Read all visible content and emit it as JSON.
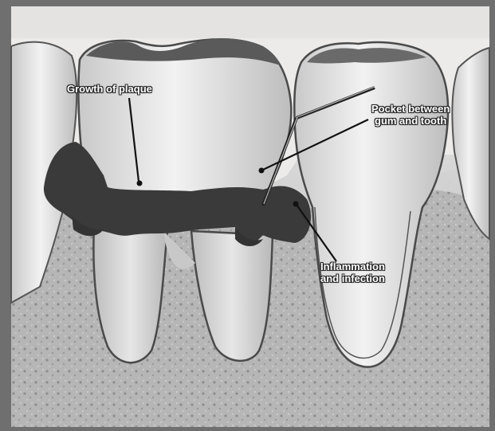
{
  "labels": {
    "plaque": "Growth of plaque",
    "pocket_line1": "Pocket between",
    "pocket_line2": "gum and tooth",
    "inflammation_line1": "Inflammation",
    "inflammation_line2": "and infection"
  },
  "colors": {
    "frame": "#6f6f6f",
    "paper": "#ecebea",
    "bone": "#b9b9b9",
    "tooth": "#e9e9e9",
    "plaque": "#3a3a3a",
    "label_text": "#ffffff"
  }
}
